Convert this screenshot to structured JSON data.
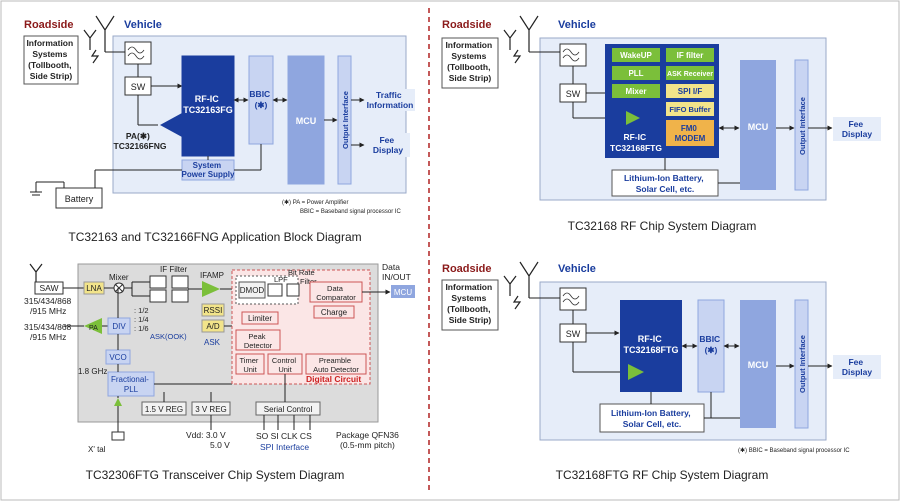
{
  "colors": {
    "dark_blue": "#1a3d9e",
    "mid_blue": "#8fa6df",
    "light_blue": "#c8d4f2",
    "pale_panel": "#e6edf9",
    "green": "#7bbf3a",
    "yellow": "#f2e48a",
    "orange": "#f0b34a",
    "divider_red": "#b02222",
    "gray_panel": "#dcdcdc",
    "pink_panel": "#fbe6e6"
  },
  "d1": {
    "roadside": "Roadside",
    "vehicle": "Vehicle",
    "info_l1": "Information",
    "info_l2": "Systems",
    "info_l3": "(Tollbooth,",
    "info_l4": "Side Strip)",
    "sw": "SW",
    "rfic_l1": "RF-IC",
    "rfic_l2": "TC32163FG",
    "bbic_l1": "BBIC",
    "bbic_l2": "(✱)",
    "mcu": "MCU",
    "output": "Output Interface",
    "traffic_l1": "Traffic",
    "traffic_l2": "Information",
    "fee_l1": "Fee",
    "fee_l2": "Display",
    "pa_l1": "PA(✱)",
    "pa_l2": "TC32166FNG",
    "psu_l1": "System",
    "psu_l2": "Power Supply",
    "battery": "Battery",
    "note1": "(✱) PA    = Power Amplifier",
    "note2": "BBIC = Baseband signal processor IC",
    "caption": "TC32163 and TC32166FNG Application Block Diagram"
  },
  "d2": {
    "roadside": "Roadside",
    "vehicle": "Vehicle",
    "info_l1": "Information",
    "info_l2": "Systems",
    "info_l3": "(Tollbooth,",
    "info_l4": "Side Strip)",
    "sw": "SW",
    "wakeup": "WakeUP",
    "if_filter": "IF filter",
    "pll": "PLL",
    "ask_receiver": "ASK Receiver",
    "mixer": "Mixer",
    "spi": "SPI I/F",
    "fifo": "FIFO Buffer",
    "fm0_l1": "FM0",
    "fm0_l2": "MODEM",
    "rfic_l1": "RF-IC",
    "rfic_l2": "TC32168FTG",
    "mcu": "MCU",
    "output": "Output Interface",
    "fee_l1": "Fee",
    "fee_l2": "Display",
    "bat_l1": "Lithium-Ion Battery,",
    "bat_l2": "Solar Cell, etc.",
    "caption": "TC32168 RF Chip System Diagram"
  },
  "d3": {
    "saw": "SAW",
    "lna": "LNA",
    "mixer": "Mixer",
    "if_filter": "IF Filter",
    "if_amp": "IFAMP",
    "freq1_l1": "315/434/868",
    "freq1_l2": "/915 MHz",
    "freq2_l1": "315/434/868",
    "freq2_l2": "/915 MHz",
    "pa": "PA",
    "div": "DIV",
    "div_ratios": ": 1/2\n: 1/4\n: 1/6",
    "ask_ook": "ASK(OOK)",
    "vco": "VCO",
    "freq_18": "1.8 GHz",
    "frac_l1": "Fractional-",
    "frac_l2": "PLL",
    "dmod": "DMOD",
    "lpf": "LPF",
    "bit_rate_l1": "Bit Rate",
    "bit_rate_l2": "Filter",
    "data_comp_l1": "Data",
    "data_comp_l2": "Comparator",
    "rssi": "RSSI",
    "ad": "A/D",
    "ask": "ASK",
    "limiter": "Limiter",
    "charge": "Charge",
    "peak_l1": "Peak",
    "peak_l2": "Detector",
    "timer_l1": "Timer",
    "timer_l2": "Unit",
    "control_l1": "Control",
    "control_l2": "Unit",
    "preamble_l1": "Preamble",
    "preamble_l2": "Auto Detector",
    "digital_circuit": "Digital Circuit",
    "data_io_l1": "Data",
    "data_io_l2": "IN/OUT",
    "mcu": "MCU",
    "reg15": "1.5 V REG",
    "reg3": "3 V REG",
    "serial": "Serial Control",
    "vdd_l1": "Vdd: 3.0 V",
    "vdd_l2": "5.0 V",
    "pins": "SO  SI  CLK  CS",
    "spi_interface": "SPI Interface",
    "package_l1": "Package QFN36",
    "package_l2": "(0.5-mm pitch)",
    "xtal": "X' tal",
    "caption": "TC32306FTG Transceiver Chip System Diagram"
  },
  "d4": {
    "roadside": "Roadside",
    "vehicle": "Vehicle",
    "info_l1": "Information",
    "info_l2": "Systems",
    "info_l3": "(Tollbooth,",
    "info_l4": "Side Strip)",
    "sw": "SW",
    "rfic_l1": "RF-IC",
    "rfic_l2": "TC32168FTG",
    "bbic_l1": "BBIC",
    "bbic_l2": "(✱)",
    "mcu": "MCU",
    "output": "Output Interface",
    "fee_l1": "Fee",
    "fee_l2": "Display",
    "bat_l1": "Lithium-Ion Battery,",
    "bat_l2": "Solar Cell, etc.",
    "note": "(✱) BBIC = Baseband signal processor IC",
    "caption": "TC32168FTG RF Chip System Diagram"
  }
}
